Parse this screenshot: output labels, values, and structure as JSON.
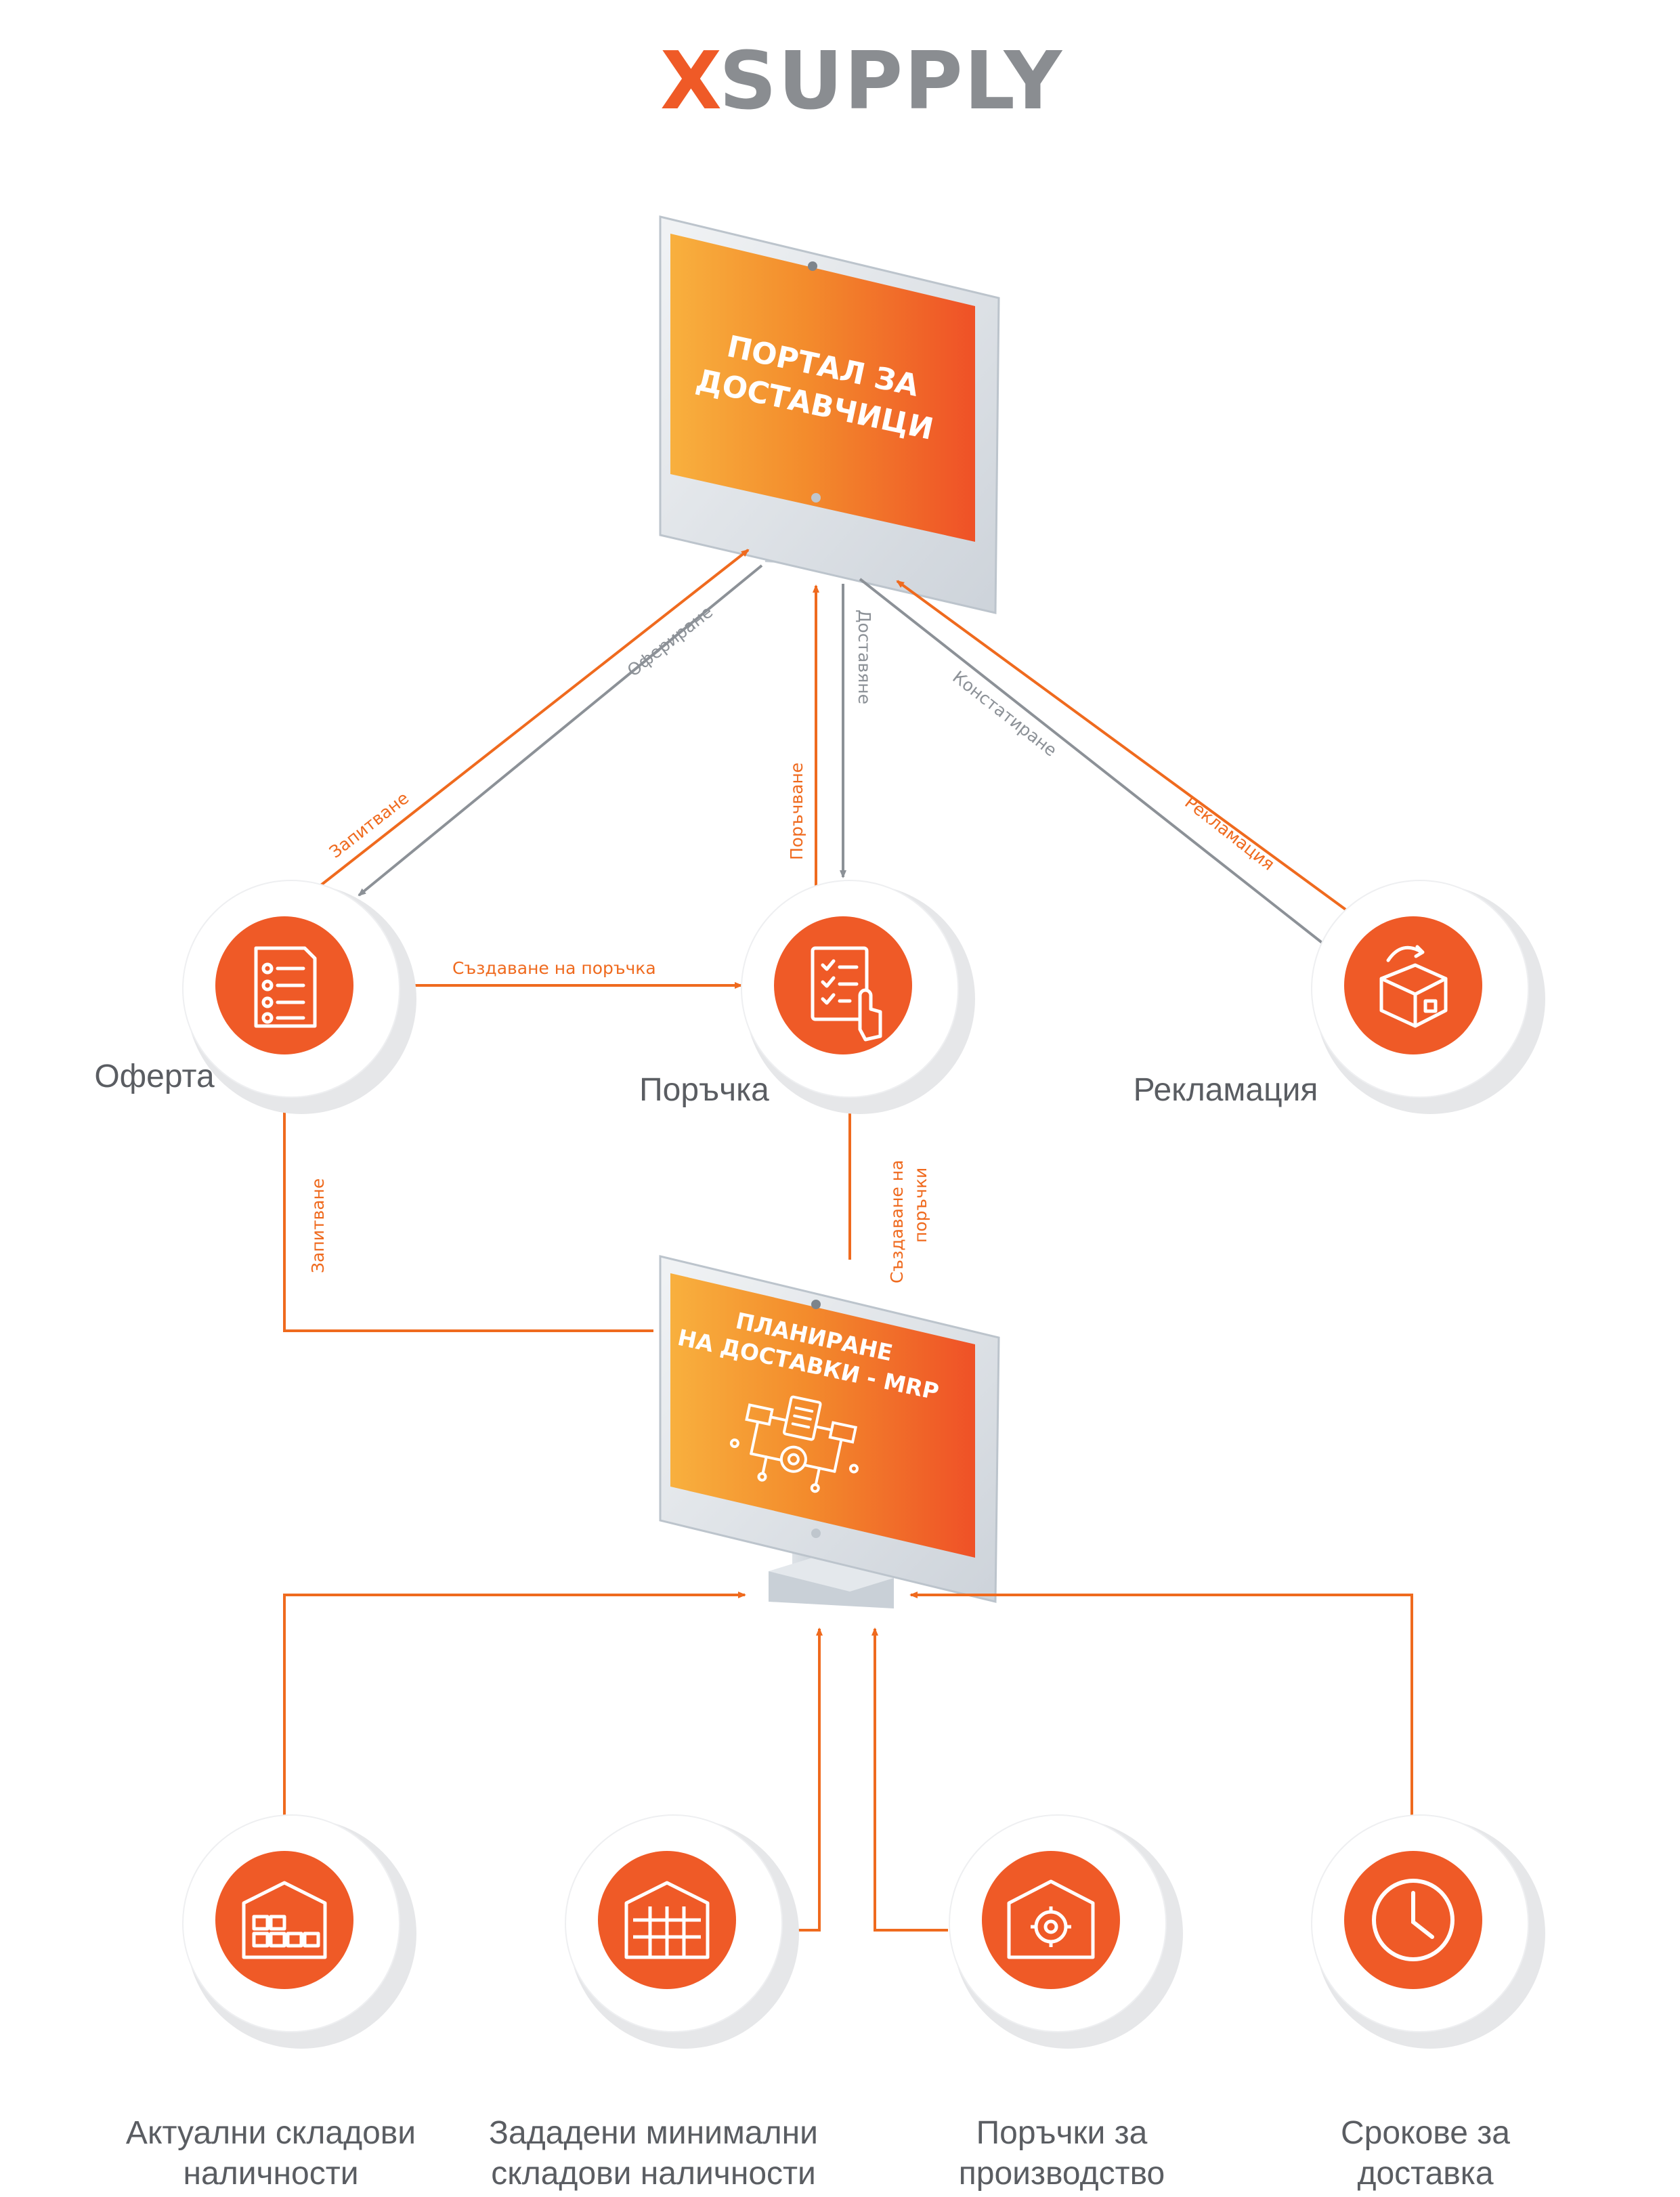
{
  "brand": {
    "logo_x": "X",
    "logo_rest": "SUPPLY",
    "accent": "#EF5A27",
    "gray": "#8A8D91"
  },
  "colors": {
    "orange": "#EF6A1E",
    "orange_light": "#F8AE3C",
    "orange_dark": "#EF5127",
    "gray_arrow": "#8C9197",
    "circle_shadow": "#E6E7E9"
  },
  "monitors": {
    "portal": {
      "line1": "ПОРТАЛ ЗА",
      "line2": "ДОСТАВЧИЦИ"
    },
    "mrp": {
      "line1": "ПЛАНИРАНЕ",
      "line2": "НА ДОСТАВКИ - MRP",
      "icon": "mrp-workflow-icon"
    }
  },
  "nodes": {
    "offer": {
      "label": "Оферта",
      "icon": "document-checklist-icon"
    },
    "order": {
      "label": "Поръчка",
      "icon": "clipboard-touch-icon"
    },
    "complaint": {
      "label": "Рекламация",
      "icon": "returned-box-icon"
    },
    "stock": {
      "line1": "Актуални складови",
      "line2": "наличности",
      "icon": "warehouse-icon"
    },
    "minstock": {
      "line1": "Зададени минимални",
      "line2": "складови наличности",
      "icon": "warehouse-racks-icon"
    },
    "production": {
      "line1": "Поръчки за",
      "line2": "производство",
      "icon": "factory-gear-icon"
    },
    "delivery": {
      "line1": "Срокове за",
      "line2": "доставка",
      "icon": "clock-icon"
    }
  },
  "flows": {
    "offering": "Офериране",
    "inquiry_top": "Запитване",
    "ordering": "Поръчване",
    "delivering": "Доставяне",
    "ascertaining": "Констатиране",
    "complaint": "Рекламация",
    "create_order": "Създаване на поръчка",
    "inquiry_left": "Запитване",
    "create_orders_1": "Създаване на",
    "create_orders_2": "поръчки"
  }
}
